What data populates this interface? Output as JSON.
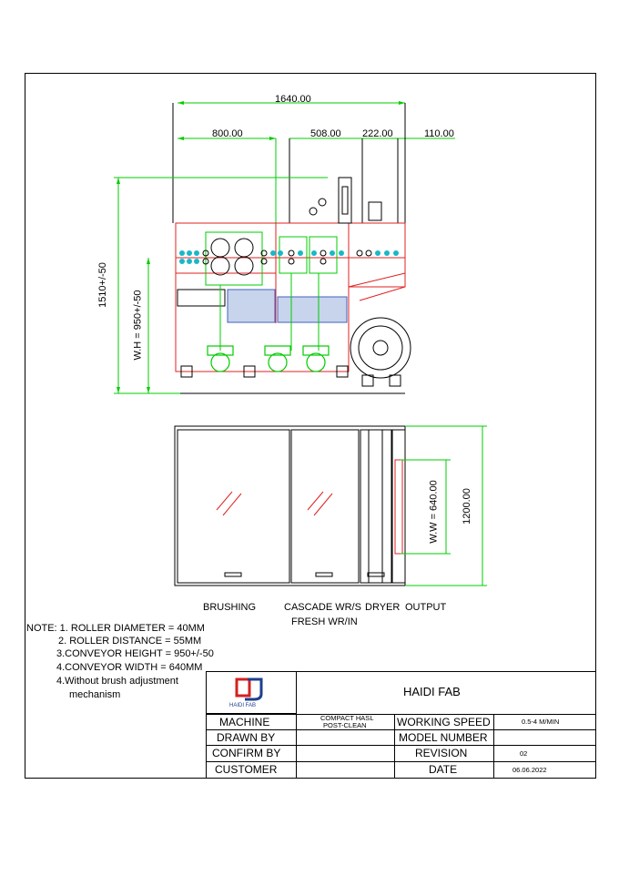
{
  "dimensions": {
    "overall_length": "1640.00",
    "brushing_length": "800.00",
    "cascade_length": "508.00",
    "dryer_length": "222.00",
    "output_length": "110.00",
    "total_height": "1510+/-50",
    "work_height": "W.H = 950+/-50",
    "work_width": "W.W = 640.00",
    "overall_width": "1200.00"
  },
  "sections": {
    "brushing": "BRUSHING",
    "cascade_line1": "CASCADE WR/S",
    "cascade_line2": "FRESH WR/IN",
    "dryer": "DRYER",
    "output": "OUTPUT"
  },
  "notes": {
    "heading": "NOTE: 1. ROLLER DIAMETER = 40MM",
    "line2": "2. ROLLER DISTANCE = 55MM",
    "line3": "3.CONVEYOR HEIGHT = 950+/-50",
    "line4": "4.CONVEYOR WIDTH = 640MM",
    "line5a": "4.Without brush adjustment",
    "line5b": "mechanism"
  },
  "title_block": {
    "company": "HAIDI FAB",
    "logo_text": "HAIDI FAB",
    "machine_label": "MACHINE",
    "machine_value_line1": "COMPACT HASL",
    "machine_value_line2": "POST-CLEAN",
    "working_speed_label": "WORKING SPEED",
    "working_speed_value": "0.5-4 M/MIN",
    "drawn_by_label": "DRAWN BY",
    "drawn_by_value": "",
    "model_number_label": "MODEL NUMBER",
    "model_number_value": "",
    "confirm_by_label": "CONFIRM BY",
    "confirm_by_value": "",
    "revision_label": "REVISION",
    "revision_value": "02",
    "customer_label": "CUSTOMER",
    "customer_value": "",
    "date_label": "DATE",
    "date_value": "06.06.2022"
  },
  "colors": {
    "dimension_line": "#00cc00",
    "frame_red": "#e02020",
    "roller_cyan": "#18b8c8",
    "tank_blue": "#4060c0",
    "outline": "#000000",
    "logo_red": "#d42020",
    "logo_blue": "#1d3f8f"
  }
}
